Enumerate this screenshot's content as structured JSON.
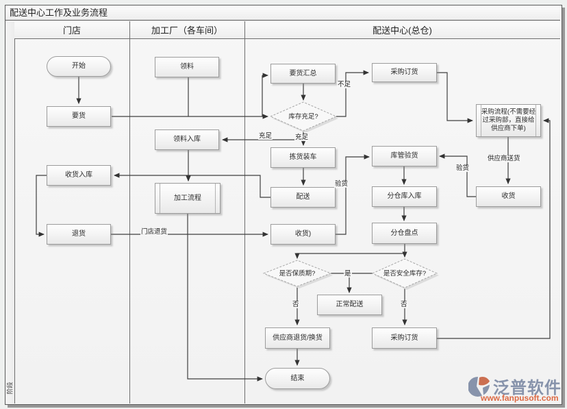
{
  "title": "配送中心工作及业务流程",
  "phase_label": "阶段",
  "lanes": [
    {
      "label": "门店"
    },
    {
      "label": "加工厂（各车间）"
    },
    {
      "label": "配送中心(总仓)"
    }
  ],
  "nodes": {
    "start": {
      "label": "开始"
    },
    "request_goods": {
      "label": "要货"
    },
    "receive_stock_in": {
      "label": "收货入库"
    },
    "return_goods": {
      "label": "退货"
    },
    "pick_material": {
      "label": "领料"
    },
    "material_stock_in": {
      "label": "领料入库"
    },
    "processing_flow": {
      "label": "加工流程"
    },
    "demand_summary": {
      "label": "要货汇总"
    },
    "stock_sufficient": {
      "label": "库存充足?"
    },
    "pick_load": {
      "label": "拣货装车"
    },
    "delivery": {
      "label": "配送"
    },
    "receive_dc": {
      "label": "收货)"
    },
    "purchase_order_1": {
      "label": "采购订货"
    },
    "warehouse_inspect": {
      "label": "库管验货"
    },
    "subwarehouse_stock_in": {
      "label": "分仓库入库"
    },
    "subwarehouse_count": {
      "label": "分仓盘点"
    },
    "purchase_flow": {
      "label": "采购流程(不需要经过采购部，直接给供应商下单)"
    },
    "receive_supplier": {
      "label": "收货"
    },
    "shelf_life": {
      "label": "是否保质期?"
    },
    "safety_stock": {
      "label": "是否安全库存?"
    },
    "normal_delivery": {
      "label": "正常配送"
    },
    "supplier_return": {
      "label": "供应商退货/换货"
    },
    "purchase_order_2": {
      "label": "采购订货"
    },
    "end": {
      "label": "结束"
    }
  },
  "edge_labels": {
    "insufficient": "不足",
    "sufficient_left": "充足",
    "sufficient_down": "充足",
    "inspect_left": "验货",
    "inspect_right": "验货",
    "supplier_deliver": "供应商送货",
    "store_return": "门店退货",
    "yes": "是",
    "no_left": "否",
    "no_right": "否"
  },
  "logo": {
    "name": "泛普软件",
    "url": "www.fanpusoft.com",
    "brand_blue": "#8793ab",
    "brand_orange": "#dd6a44"
  }
}
